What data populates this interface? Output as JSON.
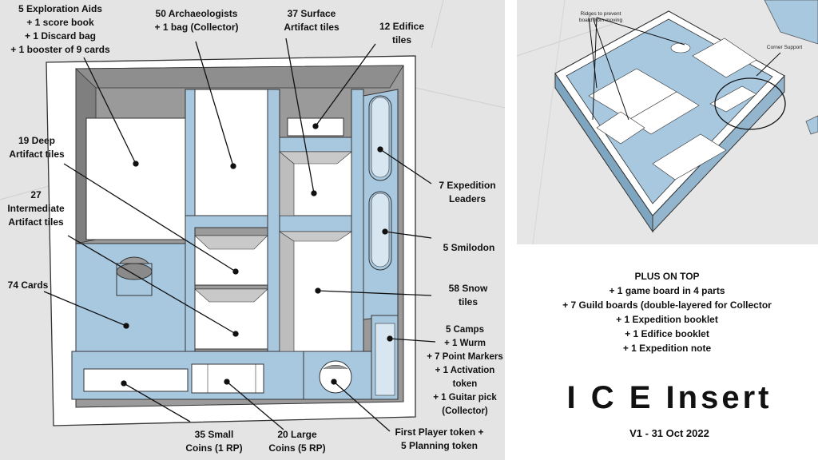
{
  "labels": {
    "exploration": "5 Exploration Aids\n+ 1 score book\n+ 1 Discard bag\n+ 1 booster of 9 cards",
    "archaeologists": "50 Archaeologists\n+ 1 bag (Collector)",
    "surface": "37 Surface\nArtifact tiles",
    "edifice": "12 Edifice\ntiles",
    "deep": "19 Deep\nArtifact tiles",
    "intermediate": "27\nIntermediate\nArtifact tiles",
    "cards": "74 Cards",
    "expedition_leaders": "7 Expedition\nLeaders",
    "smilodon": "5 Smilodon",
    "snow": "58 Snow\ntiles",
    "camps": "5 Camps\n+ 1 Wurm\n+ 7 Point Markers\n+ 1 Activation token\n+ 1 Guitar pick\n(Collector)",
    "small_coins": "35 Small\nCoins (1 RP)",
    "large_coins": "20 Large\nCoins (5 RP)",
    "first_player": "First Player token +\n5 Planning token"
  },
  "inset": {
    "ridges_note": "Ridges to prevent\nboard from moving",
    "corner_note": "Corner Support"
  },
  "plus_on_top": {
    "heading": "PLUS ON TOP",
    "items": [
      "+ 1 game board in 4 parts",
      "+ 7 Guild boards (double-layered for Collector",
      "+ 1 Expedition booklet",
      "+ 1 Edifice booklet",
      "+ 1 Expedition note"
    ]
  },
  "title": "I C E Insert",
  "version": "V1 - 31 Oct 2022",
  "colors": {
    "box_top": "#ffffff",
    "inner_wall": "#a8c8e0",
    "wall_shadow": "#8c8c8c",
    "floor": "#ffffff",
    "background": "#e4e4e4"
  }
}
